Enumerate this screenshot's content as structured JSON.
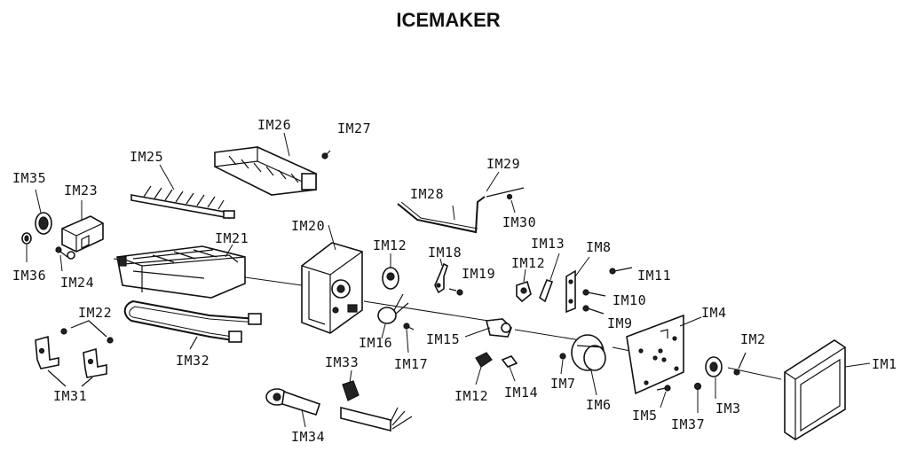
{
  "title": "ICEMAKER",
  "parts": {
    "im1": "IM1",
    "im2": "IM2",
    "im3": "IM3",
    "im4": "IM4",
    "im5": "IM5",
    "im6": "IM6",
    "im7": "IM7",
    "im8": "IM8",
    "im9": "IM9",
    "im10": "IM10",
    "im11": "IM11",
    "im12a": "IM12",
    "im12b": "IM12",
    "im12c": "IM12",
    "im13": "IM13",
    "im14": "IM14",
    "im15": "IM15",
    "im16": "IM16",
    "im17": "IM17",
    "im18": "IM18",
    "im19": "IM19",
    "im20": "IM20",
    "im21": "IM21",
    "im22": "IM22",
    "im23": "IM23",
    "im24": "IM24",
    "im25": "IM25",
    "im26": "IM26",
    "im27": "IM27",
    "im28": "IM28",
    "im29": "IM29",
    "im30": "IM30",
    "im31": "IM31",
    "im32": "IM32",
    "im33": "IM33",
    "im34": "IM34",
    "im35": "IM35",
    "im36": "IM36",
    "im37": "IM37"
  }
}
